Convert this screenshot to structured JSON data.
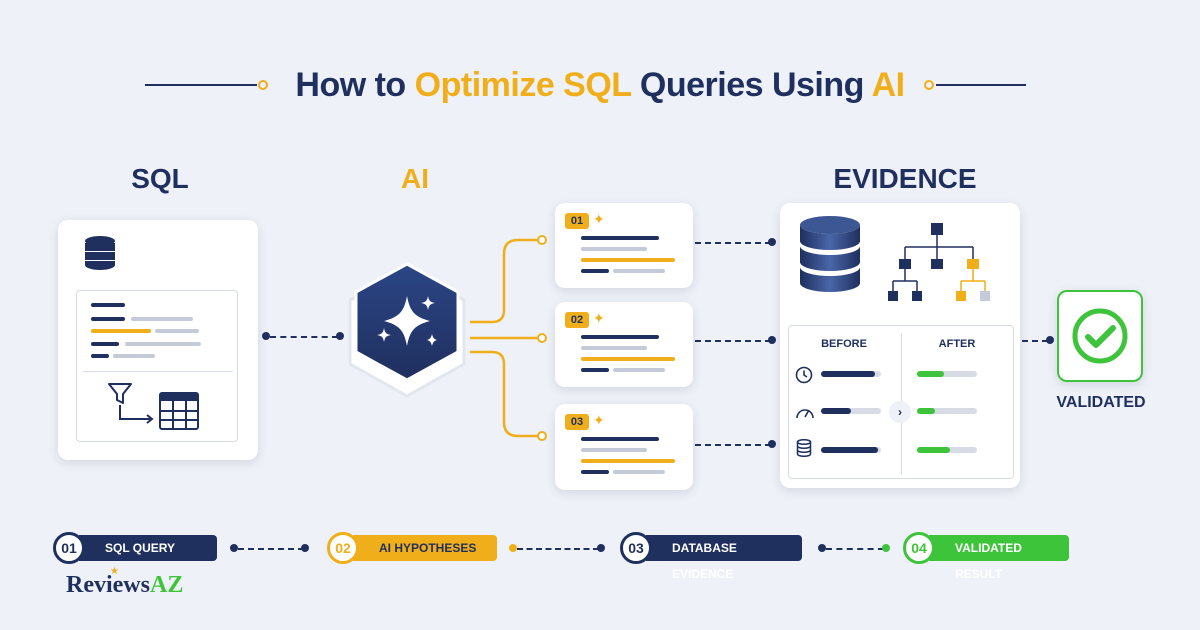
{
  "title": {
    "part1": "How to ",
    "part2": "Optimize SQL",
    "part3": " Queries Using ",
    "part4": "AI"
  },
  "columns": {
    "sql": "SQL",
    "ai": "AI",
    "evidence": "EVIDENCE"
  },
  "hypotheses": [
    {
      "badge": "01",
      "spark": "✦"
    },
    {
      "badge": "02",
      "spark": "✦"
    },
    {
      "badge": "03",
      "spark": "✦"
    }
  ],
  "evidence": {
    "before_label": "BEFORE",
    "after_label": "AFTER",
    "metrics": [
      {
        "icon": "clock-icon",
        "before": 0.9,
        "after": 0.45
      },
      {
        "icon": "speedometer-icon",
        "before": 0.5,
        "after": 0.3
      },
      {
        "icon": "database-icon",
        "before": 0.95,
        "after": 0.55
      }
    ]
  },
  "validated_label": "VALIDATED",
  "steps": [
    {
      "num": "01",
      "label": "SQL QUERY",
      "color": "#1f2f5e"
    },
    {
      "num": "02",
      "label": "AI HYPOTHESES",
      "color": "#f0ae1a"
    },
    {
      "num": "03",
      "label": "DATABASE EVIDENCE",
      "color": "#1f2f5e"
    },
    {
      "num": "04",
      "label": "VALIDATED RESULT",
      "color": "#3ec43b"
    }
  ],
  "logo": {
    "text1": "Reviews",
    "text2": "AZ"
  },
  "colors": {
    "navy": "#1f2f5e",
    "gold": "#f0ae1a",
    "green": "#3ec43b",
    "background": "#eef1f7"
  }
}
